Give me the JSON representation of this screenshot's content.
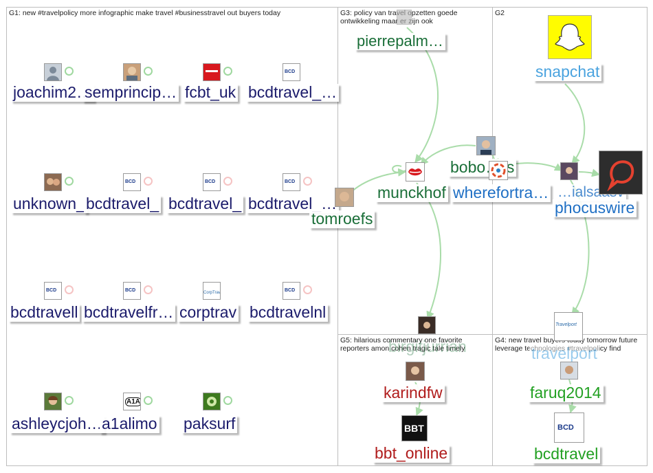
{
  "groups": [
    {
      "id": "g1",
      "title": "G1: new #travelpolicy more infographic make travel #businesstravel out buyers today"
    },
    {
      "id": "g3",
      "title": "G3: policy van travel opzetten goede ontwikkeling maar er zijn ook"
    },
    {
      "id": "g2",
      "title": "G2"
    },
    {
      "id": "g5",
      "title": "G5: hilarious commentary one favorite reporters amon cohen tragic tale timely"
    },
    {
      "id": "g4",
      "title": "G4: new travel buyers today tomorrow future leverage technologies #travelpolicy find"
    }
  ],
  "nodes": [
    {
      "id": "joachim2",
      "label": "joachim2…",
      "icon": "person-silhouette-icon",
      "color": "#1b1b6b"
    },
    {
      "id": "semprincip",
      "label": "semprincip…",
      "icon": "person-photo-icon",
      "color": "#1b1b6b"
    },
    {
      "id": "fcbt_uk",
      "label": "fcbt_uk",
      "icon": "red-logo-icon",
      "color": "#1b1b6b"
    },
    {
      "id": "bcdtravel_1",
      "label": "bcdtravel_…",
      "icon": "bcd-logo-icon",
      "color": "#1b1b6b"
    },
    {
      "id": "unknown",
      "label": "unknown_",
      "icon": "couple-photo-icon",
      "color": "#1b1b6b"
    },
    {
      "id": "bcdtravel_2",
      "label": "bcdtravel_",
      "icon": "bcd-logo-icon",
      "color": "#1b1b6b"
    },
    {
      "id": "bcdtravel_3",
      "label": "bcdtravel_",
      "icon": "bcd-logo-icon",
      "color": "#1b1b6b"
    },
    {
      "id": "bcdtravel_4",
      "label": "bcdtravel_…",
      "icon": "bcd-logo-icon",
      "color": "#1b1b6b"
    },
    {
      "id": "bcdtravell",
      "label": "bcdtravell",
      "icon": "bcd-logo-icon",
      "color": "#1b1b6b"
    },
    {
      "id": "bcdtravelfr",
      "label": "bcdtravelfr…",
      "icon": "bcd-logo-icon",
      "color": "#1b1b6b"
    },
    {
      "id": "corptrav",
      "label": "corptrav",
      "icon": "corptrav-logo-icon",
      "color": "#1b1b6b"
    },
    {
      "id": "bcdtravelnl",
      "label": "bcdtravelnl",
      "icon": "bcd-logo-icon",
      "color": "#1b1b6b"
    },
    {
      "id": "ashleycjoh",
      "label": "ashleycjoh…",
      "icon": "woman-photo-icon",
      "color": "#1b1b6b"
    },
    {
      "id": "a1alimo",
      "label": "a1alimo",
      "icon": "a1a-logo-icon",
      "color": "#1b1b6b"
    },
    {
      "id": "paksurf",
      "label": "paksurf",
      "icon": "green-logo-icon",
      "color": "#1b1b6b"
    },
    {
      "id": "pierrepalm",
      "label": "pierrepalm…",
      "icon": "person-photo-icon",
      "color": "#1a6e38"
    },
    {
      "id": "munckhof",
      "label": "munckhof",
      "icon": "red-lips-icon",
      "color": "#1a6e38"
    },
    {
      "id": "boboers",
      "label": "bobo…rs",
      "icon": "man-photo-icon",
      "color": "#1a6e38"
    },
    {
      "id": "tomroefs",
      "label": "tomroefs",
      "icon": "man-photo-icon",
      "color": "#1a6e38"
    },
    {
      "id": "wherefortra",
      "label": "wherefortra…",
      "icon": "wheel-logo-icon",
      "color": "#1f6fc4"
    },
    {
      "id": "snapchat",
      "label": "snapchat",
      "icon": "ghost-logo-icon",
      "color": "#4aa3df"
    },
    {
      "id": "socialsaasv",
      "label": "…ialsaasv",
      "icon": "woman-photo-icon",
      "color": "#1f6fc4"
    },
    {
      "id": "phocuswire",
      "label": "phocuswire",
      "icon": "speech-logo-icon",
      "color": "#1f6fc4"
    },
    {
      "id": "travelport",
      "label": "travelport",
      "icon": "travelport-logo-icon",
      "color": "#4aa3df"
    },
    {
      "id": "birgitjurrian",
      "label": "birgitjurrian",
      "icon": "woman-photo-icon",
      "color": "#1a6e38"
    },
    {
      "id": "karindfw",
      "label": "karindfw",
      "icon": "woman-photo-icon",
      "color": "#b01c1c"
    },
    {
      "id": "bbt_online",
      "label": "bbt_online",
      "icon": "bbt-logo-icon",
      "color": "#b01c1c"
    },
    {
      "id": "faruq2014",
      "label": "faruq2014",
      "icon": "man-photo-icon",
      "color": "#22a022"
    },
    {
      "id": "bcdtravel",
      "label": "bcdtravel",
      "icon": "bcd-logo-icon",
      "color": "#22a022"
    }
  ],
  "logo_text": {
    "bcd": "BCD",
    "corptrav": "CorpTrav",
    "a1a": "A1A",
    "bbt": "BBT",
    "travelport": "Travelport"
  },
  "edge_color": "#a9dca9"
}
